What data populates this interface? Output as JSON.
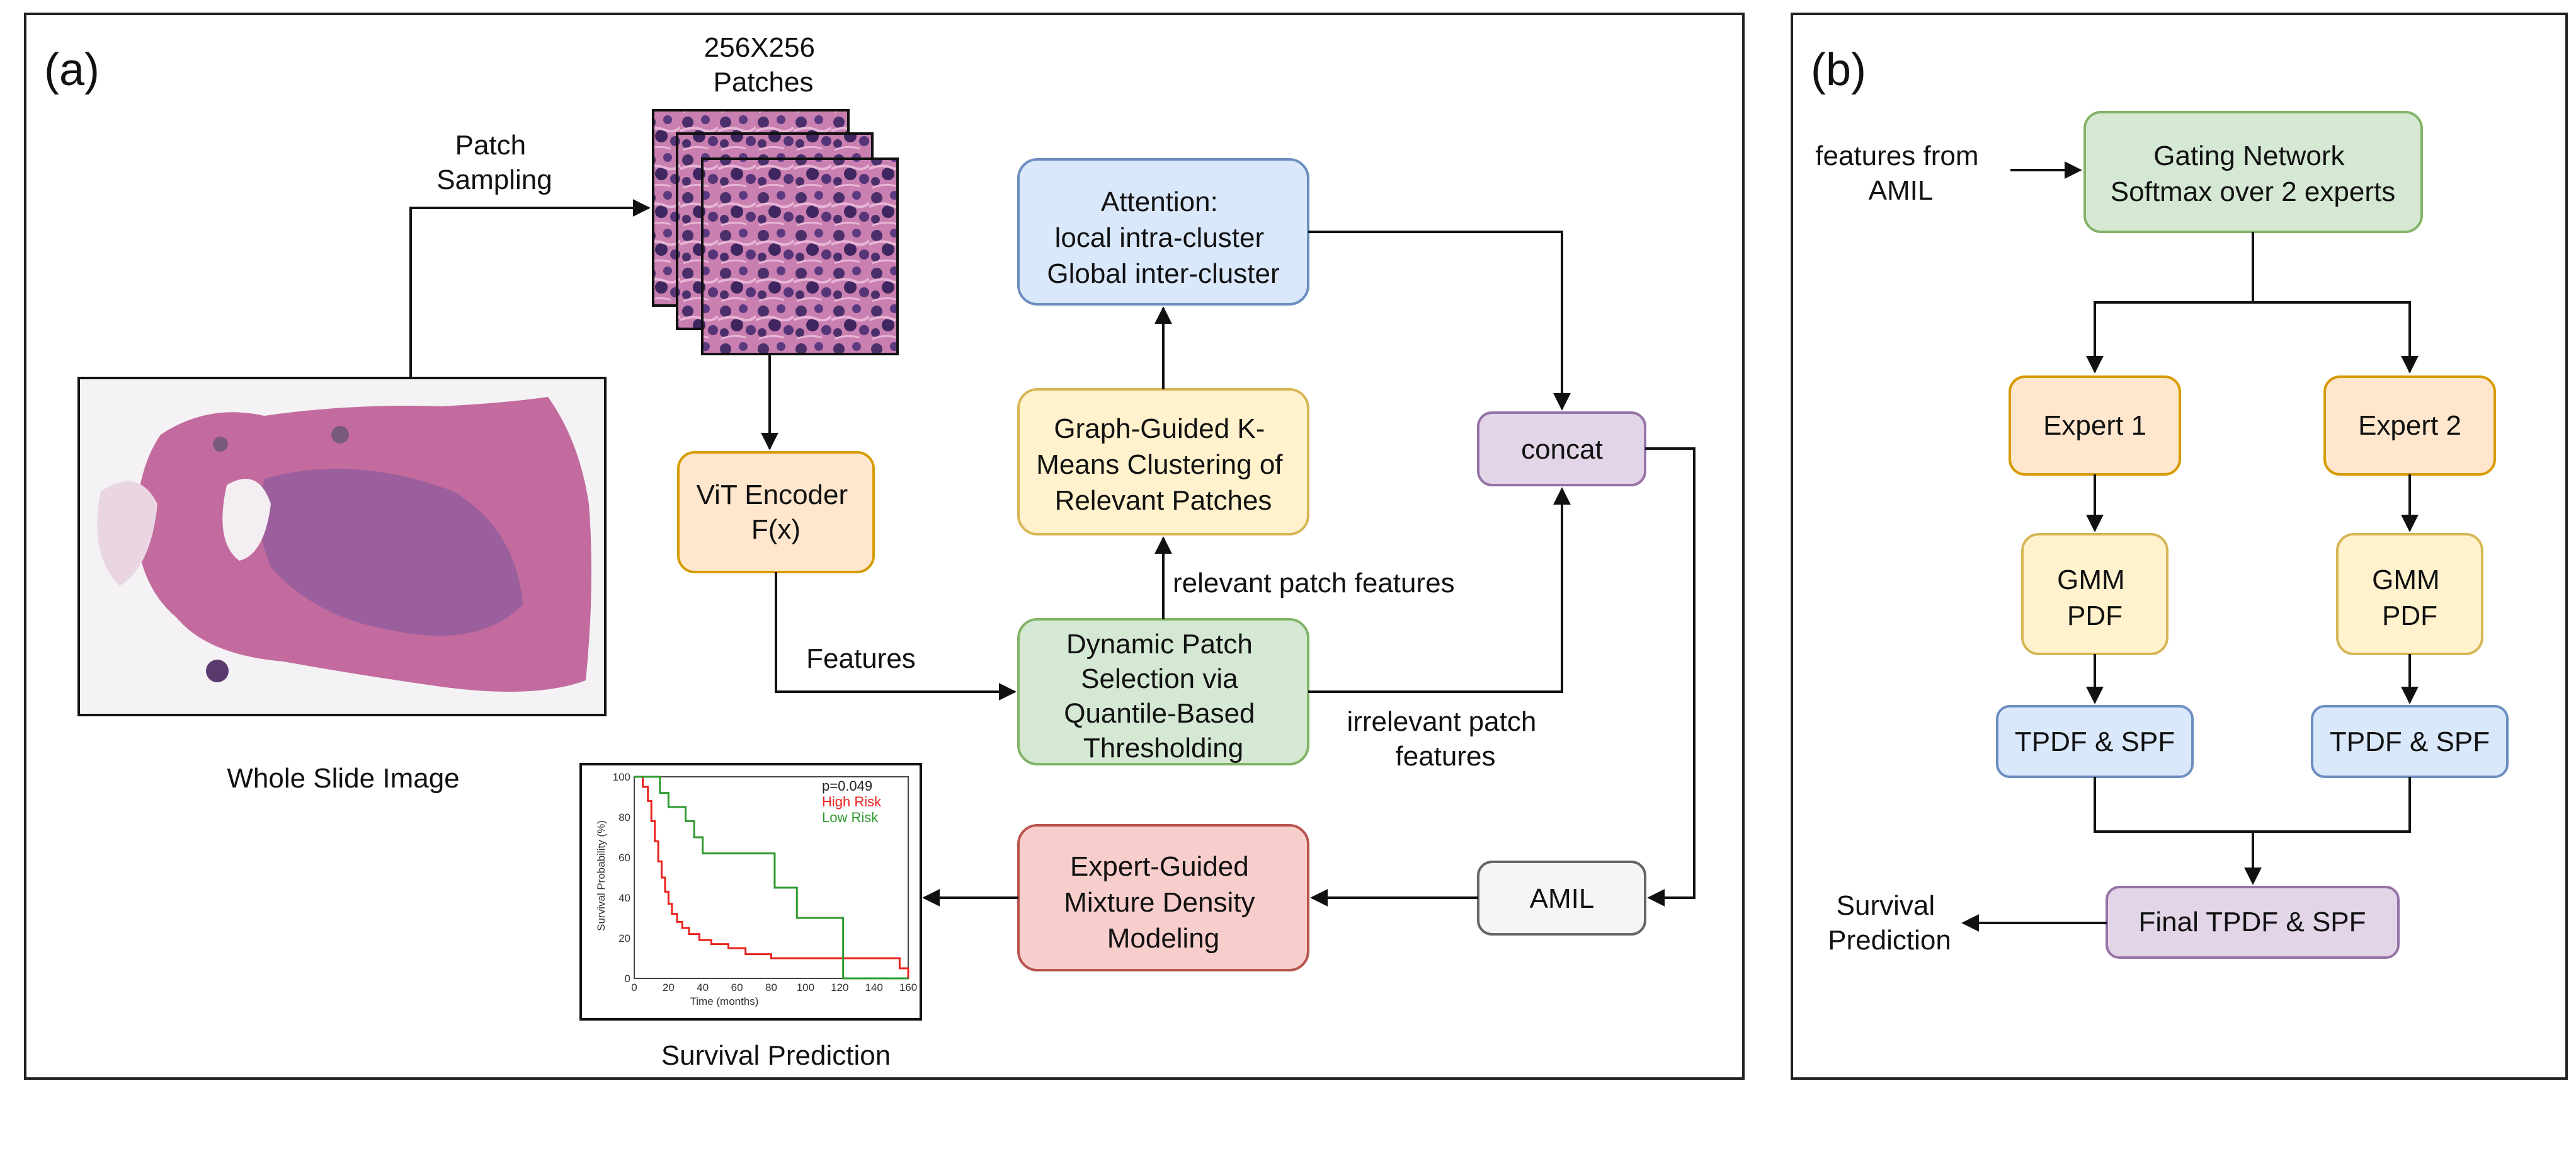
{
  "panel_a": {
    "label": "(a)",
    "wsi_caption": "Whole Slide Image",
    "patches_title": [
      "256X256",
      "Patches"
    ],
    "patch_sampling": [
      "Patch",
      "Sampling"
    ],
    "vit_encoder": [
      "ViT Encoder",
      "F(x)"
    ],
    "features_label": "Features",
    "attention": [
      "Attention:",
      "local intra-cluster",
      "Global inter-cluster"
    ],
    "clustering": [
      "Graph-Guided K-",
      "Means Clustering of",
      "Relevant Patches"
    ],
    "relevant_features": "relevant patch features",
    "dynamic_selection": [
      "Dynamic Patch",
      "Selection via",
      "Quantile-Based",
      "Thresholding"
    ],
    "irrelevant_features": [
      "irrelevant patch",
      "features"
    ],
    "concat": "concat",
    "amil": "AMIL",
    "mixture": [
      "Expert-Guided",
      "Mixture Density",
      "Modeling"
    ],
    "survival_caption": "Survival Prediction"
  },
  "km_plot": {
    "p_value": "p=0.049",
    "high_risk": "High Risk",
    "low_risk": "Low Risk",
    "xlabel": "Time (months)",
    "ylabel": "Survival Probability (%)",
    "x_ticks": [
      "0",
      "20",
      "40",
      "60",
      "80",
      "100",
      "120",
      "140",
      "160"
    ],
    "y_ticks": [
      "0",
      "20",
      "40",
      "60",
      "80",
      "100"
    ]
  },
  "chart_data": {
    "type": "line",
    "title": "",
    "xlabel": "Time (months)",
    "ylabel": "Survival Probability (%)",
    "xlim": [
      0,
      160
    ],
    "ylim": [
      0,
      100
    ],
    "series": [
      {
        "name": "High Risk",
        "color": "#e8231f",
        "x": [
          0,
          5,
          8,
          10,
          12,
          14,
          16,
          18,
          20,
          22,
          25,
          28,
          32,
          38,
          45,
          55,
          65,
          80,
          100,
          120,
          150,
          155,
          158,
          160
        ],
        "y": [
          100,
          95,
          88,
          78,
          68,
          58,
          50,
          43,
          37,
          32,
          28,
          25,
          22,
          19,
          17,
          15,
          12,
          10,
          10,
          10,
          10,
          5,
          5,
          0
        ]
      },
      {
        "name": "Low Risk",
        "color": "#2e9a2e",
        "x": [
          0,
          12,
          15,
          20,
          25,
          30,
          35,
          40,
          60,
          78,
          82,
          95,
          100,
          118,
          122,
          160
        ],
        "y": [
          100,
          100,
          92,
          85,
          85,
          78,
          70,
          62,
          62,
          62,
          45,
          30,
          30,
          30,
          0,
          0
        ]
      }
    ]
  },
  "panel_b": {
    "label": "(b)",
    "features_from": [
      "features from",
      "AMIL"
    ],
    "gating": [
      "Gating Network",
      "Softmax over 2 experts"
    ],
    "expert1": "Expert 1",
    "expert2": "Expert 2",
    "gmm": [
      "GMM",
      "PDF"
    ],
    "tpdf": "TPDF & SPF",
    "final": "Final TPDF & SPF",
    "survival": [
      "Survival",
      "Prediction"
    ]
  },
  "colors": {
    "blue_fill": "#dae8fc",
    "blue_stroke": "#6c8ebf",
    "orange_fill": "#ffe6cc",
    "orange_stroke": "#d79b00",
    "yellow_fill": "#fff2cc",
    "yellow_stroke": "#d6b656",
    "green_fill": "#d5e8d4",
    "green_stroke": "#82b366",
    "red_fill": "#f8cecc",
    "red_stroke": "#b85450",
    "purple_fill": "#e1d5e7",
    "purple_stroke": "#9673a6",
    "gray_fill": "#f5f5f5",
    "gray_stroke": "#666666"
  }
}
